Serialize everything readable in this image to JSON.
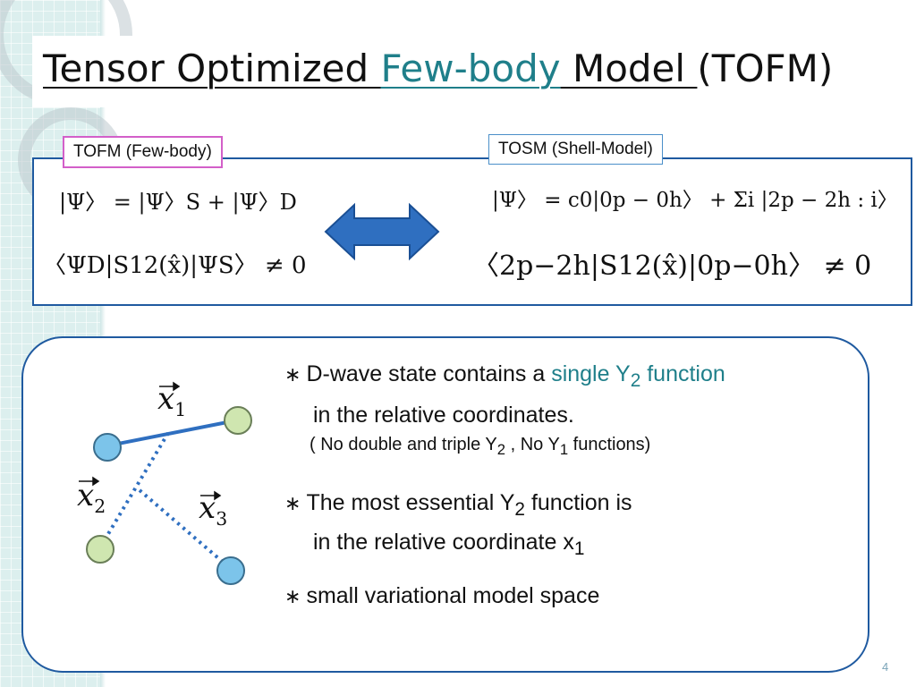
{
  "slide": {
    "title": {
      "part1": "Tensor Optimized ",
      "part2": "Few-body",
      "part3": " Model ",
      "part4": "(TOFM)"
    },
    "labels": {
      "few_body": "TOFM (Few-body)",
      "shell_model": "TOSM (Shell-Model)"
    },
    "equations": {
      "tofm_wavefunction": "|Ψ〉 = |Ψ〉S + |Ψ〉D",
      "tofm_matrix_element": "〈ΨD|S12(x̂)|ΨS〉 ≠ 0",
      "tosm_wavefunction": "|Ψ〉 = c0|0p − 0h〉 + Σi |2p − 2h : i〉",
      "tosm_matrix_element": "〈2p−2h|S12(x̂)|0p−0h〉 ≠ 0"
    },
    "diagram": {
      "x1": "x",
      "x1_sub": "1",
      "x2": "x",
      "x2_sub": "2",
      "x3": "x",
      "x3_sub": "3"
    },
    "bullets": {
      "b1_line1_a": "D-wave state contains a ",
      "b1_line1_b": "single Y",
      "b1_line1_sub": "2",
      "b1_line1_c": " function",
      "b1_line2": "in the relative coordinates.",
      "b1_line3_a": "( No double and triple Y",
      "b1_line3_sub1": "2",
      "b1_line3_b": " , No  Y",
      "b1_line3_sub2": "1",
      "b1_line3_c": " functions)",
      "b2_line1_a": "The most essential  Y",
      "b2_line1_sub": "2",
      "b2_line1_b": " function is",
      "b2_line2_a": "in the relative coordinate x",
      "b2_line2_sub": "1",
      "b3_line1": "small variational  model space"
    },
    "page_number": "4",
    "colors": {
      "accent_teal": "#1f7f8a",
      "panel_border": "#1f5aa0",
      "arrow_blue": "#2f6fc0",
      "node_green": "#cfe6b0",
      "node_blue": "#7cc4ea",
      "pink_border": "#d35fc9"
    }
  }
}
